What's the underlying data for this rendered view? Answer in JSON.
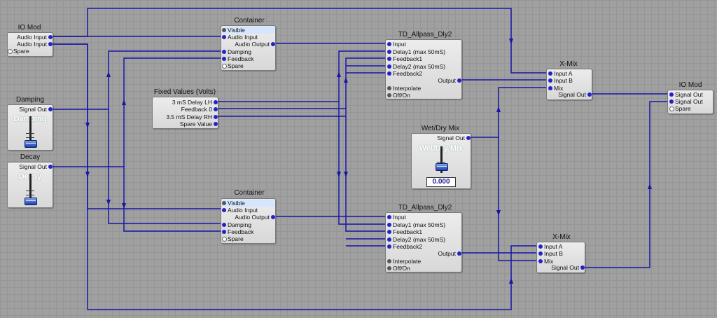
{
  "io_mod_in": {
    "title": "IO Mod",
    "ports": [
      "Audio Input",
      "Audio Input",
      "Spare"
    ]
  },
  "damping": {
    "title": "Damping",
    "port": "Signal Out",
    "ghost": "Damping"
  },
  "decay": {
    "title": "Decay",
    "port": "Signal Out",
    "ghost": "Decay"
  },
  "container_top": {
    "title": "Container",
    "ports": [
      "Visible",
      "Audio Input",
      "Audio Output",
      "Damping",
      "Feedback",
      "Spare"
    ]
  },
  "container_bot": {
    "title": "Container",
    "ports": [
      "Visible",
      "Audio Input",
      "Audio Output",
      "Damping",
      "Feedback",
      "Spare"
    ]
  },
  "fixed_values": {
    "title": "Fixed Values (Volts)",
    "ports": [
      "3 mS Delay LH",
      "Feedback 0",
      "3.5 mS Delay RH",
      "Spare Value"
    ]
  },
  "allpass_top": {
    "title": "TD_Allpass_Dly2",
    "ports": [
      "Input",
      "Delay1 (max 50mS)",
      "Feedback1",
      "Delay2 (max 50mS)",
      "Feedback2",
      "Output",
      "Interpolate",
      "Off/On"
    ]
  },
  "allpass_bot": {
    "title": "TD_Allpass_Dly2",
    "ports": [
      "Input",
      "Delay1 (max 50mS)",
      "Feedback1",
      "Delay2 (max 50mS)",
      "Feedback2",
      "Output",
      "Interpolate",
      "Off/On"
    ]
  },
  "wetdry": {
    "title": "Wet/Dry Mix",
    "port": "Signal Out",
    "ghost": "Wet/Dry Mix",
    "value": "0.000"
  },
  "xmix_top": {
    "title": "X-Mix",
    "ports": [
      "Input A",
      "Input B",
      "Mix",
      "Signal Out"
    ]
  },
  "xmix_bot": {
    "title": "X-Mix",
    "ports": [
      "Input A",
      "Input B",
      "Mix",
      "Signal Out"
    ]
  },
  "io_mod_out": {
    "title": "IO Mod",
    "ports": [
      "Signal Out",
      "Signal Out",
      "Spare"
    ]
  },
  "colors": {
    "wire": "#1616a8",
    "background": "#a0a0a0",
    "port_dot": "#2323c8"
  }
}
